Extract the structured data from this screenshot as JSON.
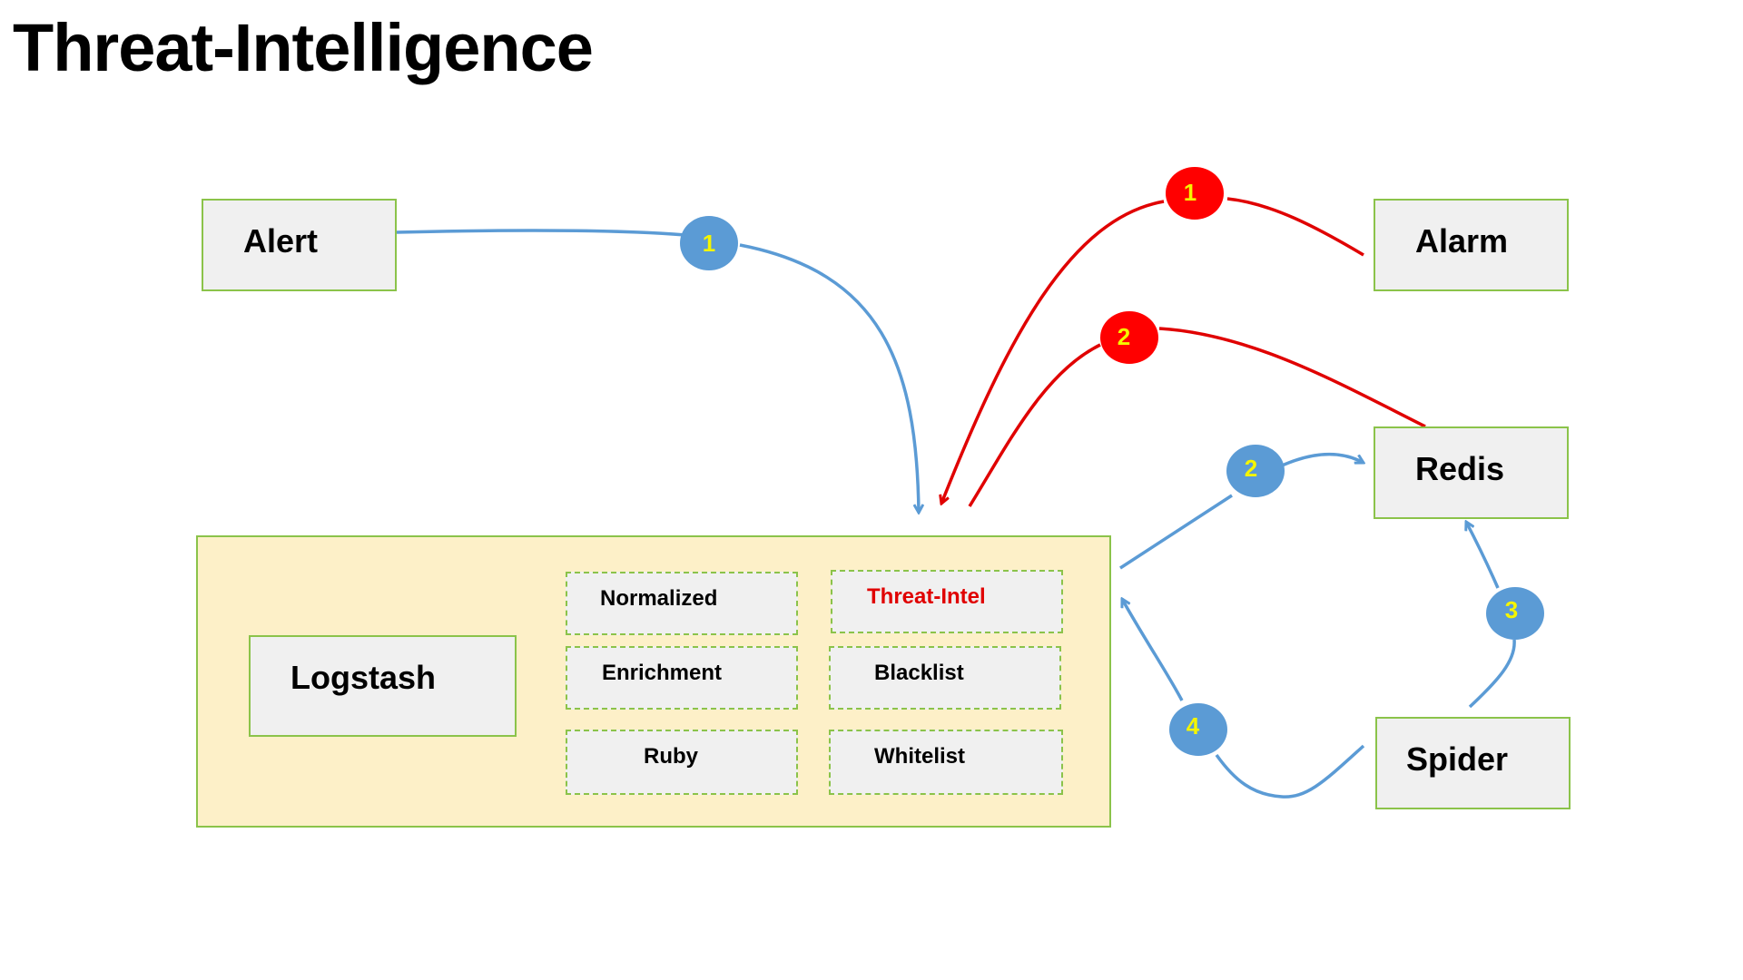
{
  "title": "Threat-Intelligence",
  "nodes": {
    "alert": "Alert",
    "alarm": "Alarm",
    "redis": "Redis",
    "spider": "Spider",
    "logstash": "Logstash"
  },
  "modules": {
    "normalized": "Normalized",
    "threat_intel": "Threat-Intel",
    "enrichment": "Enrichment",
    "blacklist": "Blacklist",
    "ruby": "Ruby",
    "whitelist": "Whitelist"
  },
  "steps": {
    "blue": [
      "1",
      "2",
      "3",
      "4"
    ],
    "red": [
      "1",
      "2"
    ]
  },
  "colors": {
    "blue_flow": "#5b9bd5",
    "red_flow": "#e00000",
    "badge_text": "#f5f500",
    "node_border": "#8bc34a",
    "container_fill": "#fdf0c8"
  }
}
